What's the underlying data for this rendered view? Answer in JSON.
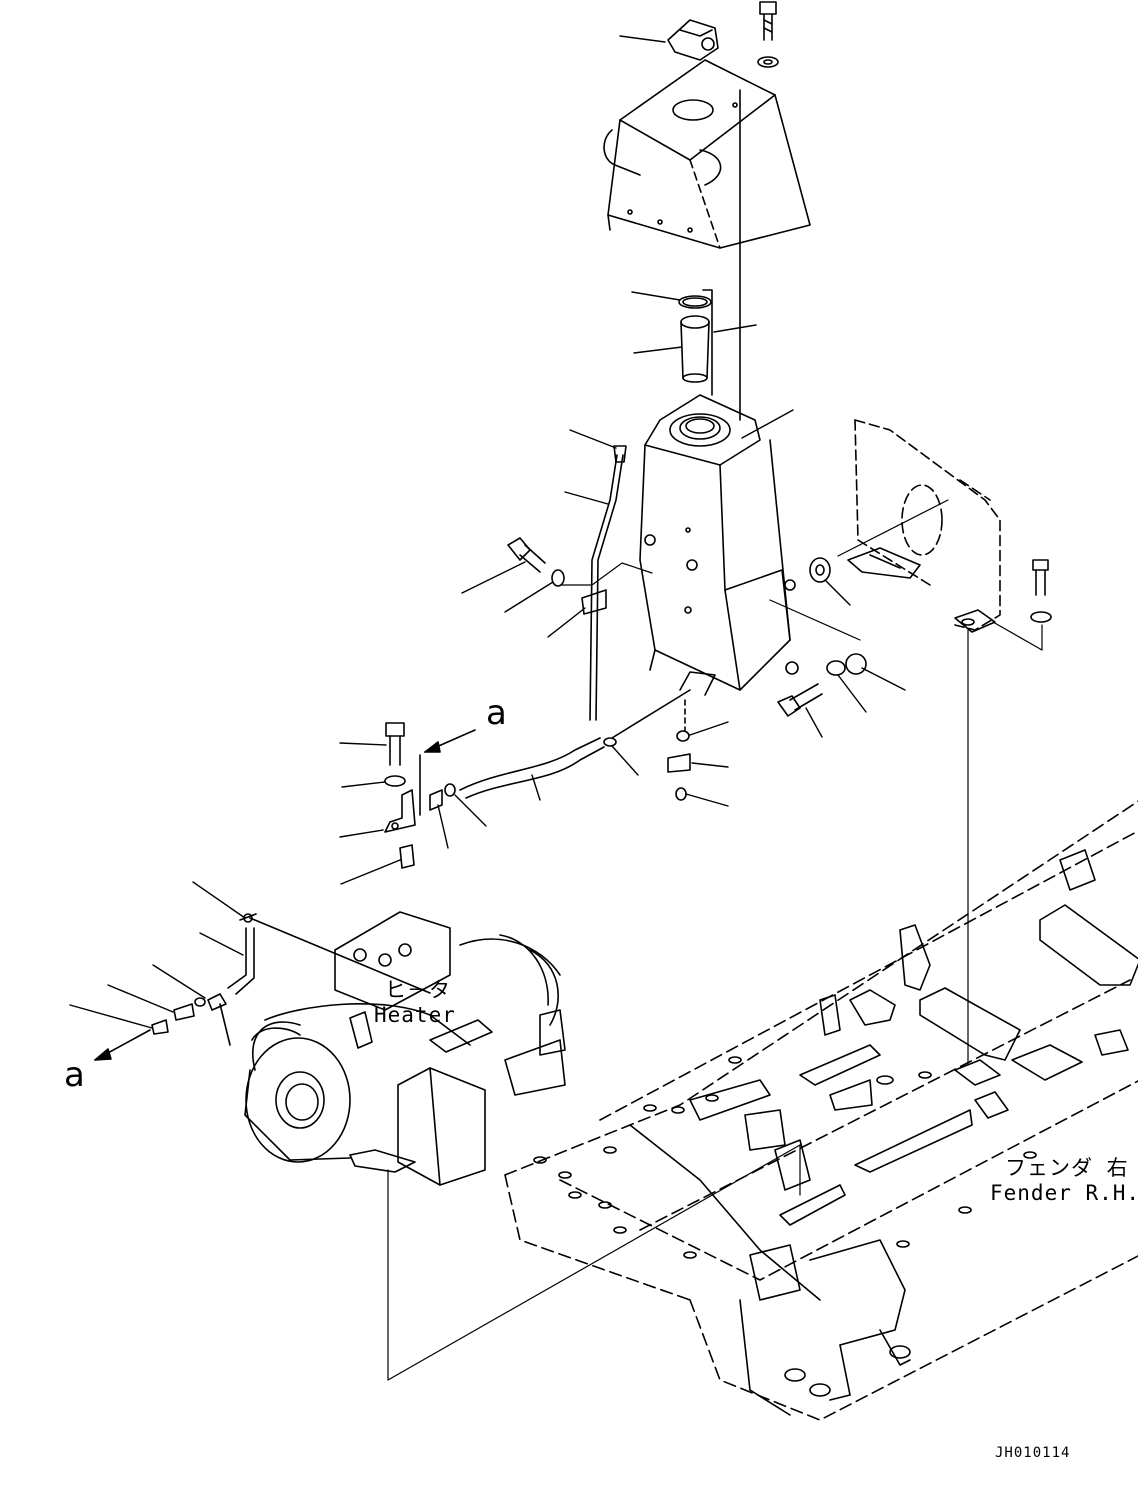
{
  "labels": {
    "view_a_top": "a",
    "view_a_left": "a",
    "heater_jp": "ヒ－タ",
    "heater_en": "Heater",
    "fender_jp": "フェンダ 右",
    "fender_en": "Fender R.H.",
    "drawing_code": "JH010114"
  }
}
